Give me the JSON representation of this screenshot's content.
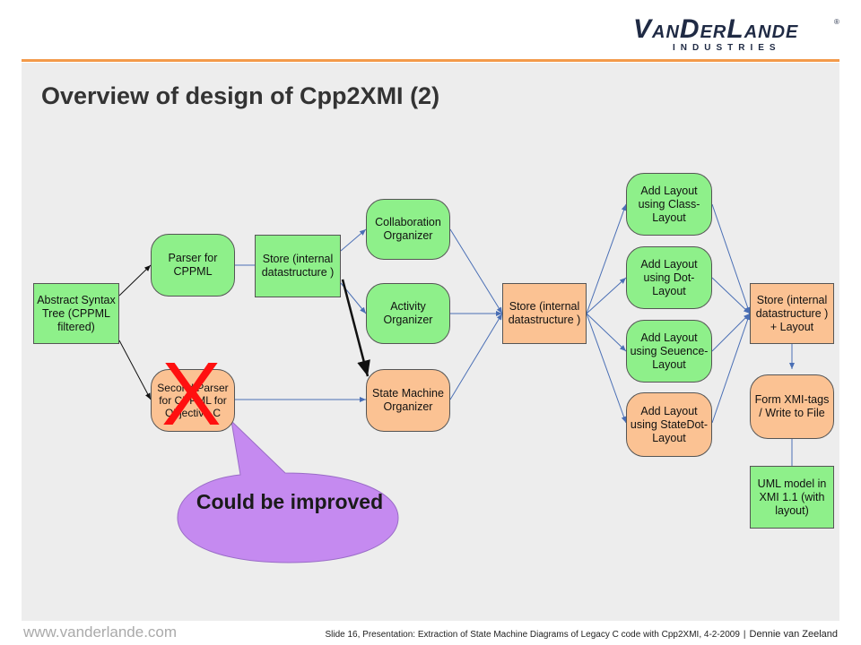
{
  "slide": {
    "title": "Overview of design of Cpp2XMI (2)",
    "logo": {
      "text_main_a": "V",
      "text_main_b": "AN",
      "text_main_c": "D",
      "text_main_d": "ER",
      "text_main_e": "L",
      "text_main_f": "ANDE",
      "text_sub": "INDUSTRIES",
      "reg": "®"
    },
    "footer": {
      "url": "www.vanderlande.com",
      "caption": "Slide 16, Presentation: Extraction of State Machine Diagrams of Legacy C code with Cpp2XMI, 4-2-2009",
      "separator": "|",
      "author": "Dennie van Zeeland"
    },
    "colors": {
      "green": "#8ef08a",
      "orange": "#fbc293",
      "accent_rule": "#f39a4a",
      "bubble": "#c58af0",
      "cross": "#ff1010"
    }
  },
  "diagram": {
    "nodes": {
      "ast": "Abstract Syntax Tree (CPPML filtered)",
      "parser_cppml": "Parser for CPPML",
      "second_parser": "Second Parser for CPPML for Objective C",
      "store1": "Store (internal datastructure )",
      "collab": "Collaboration Organizer",
      "activity": "Activity Organizer",
      "state_machine": "State Machine Organizer",
      "store2": "Store (internal datastructure )",
      "layout_class": "Add Layout using Class-Layout",
      "layout_dot": "Add Layout using Dot-Layout",
      "layout_seuence": "Add Layout using Seuence-Layout",
      "layout_statedot": "Add Layout using StateDot-Layout",
      "store3": "Store (internal datastructure ) + Layout",
      "form_xmi": "Form XMI-tags / Write to File",
      "uml_model": "UML model in XMI 1.1 (with layout)"
    },
    "callout": {
      "label": "Could be improved",
      "mark": "X"
    }
  }
}
